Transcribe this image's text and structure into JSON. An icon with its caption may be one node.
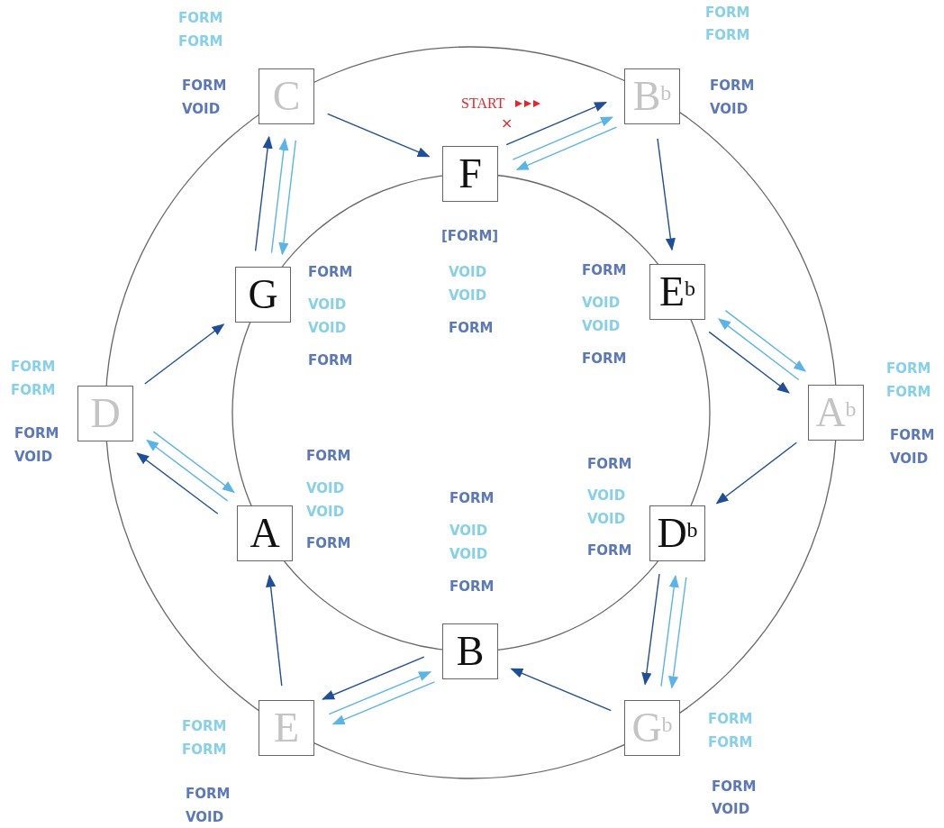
{
  "diagram": {
    "nodes": [
      {
        "text": [
          "C"
        ],
        "beside": [
          "FORM",
          "FORM",
          "FORM",
          "VOID"
        ]
      },
      {
        "text": [
          "B$^{b}$"
        ],
        "beside": [
          "FORM",
          "FORM",
          "FORM",
          "VOID"
        ]
      },
      {
        "text": [
          "F"
        ]
      },
      {
        "text": [
          "G"
        ]
      },
      {
        "text": [
          "E$^{b}$"
        ]
      },
      {
        "text": [
          "D"
        ],
        "beside": [
          "FORM",
          "FORM",
          "FORM",
          "VOID"
        ]
      },
      {
        "text": [
          "A$^{b}$"
        ],
        "beside": [
          "FORM",
          "FORM",
          "FORM",
          "VOID"
        ]
      },
      {
        "text": [
          "A"
        ]
      },
      {
        "text": [
          "D$^{b}$"
        ]
      },
      {
        "text": [
          "B"
        ]
      },
      {
        "text": [
          "E"
        ],
        "beside": [
          "FORM",
          "FORM",
          "FORM",
          "VOID"
        ]
      },
      {
        "text": [
          "G$^{b}$"
        ],
        "beside": [
          "FORM",
          "FORM",
          "FORM",
          "VOID"
        ]
      }
    ],
    "edges": [
      {
        "from": 0,
        "to": 2,
        "arrow": "to"
      },
      {
        "from": 2,
        "to": 1,
        "arrow": "to"
      },
      {
        "from": 2,
        "to": 1,
        "arrow": "to",
        "color": "#5ab4e8"
      },
      {
        "from": 1,
        "to": 2,
        "arrow": "to",
        "color": "#5ab4e8"
      },
      {
        "from": 1,
        "to": 4,
        "arrow": "to"
      },
      {
        "from": 4,
        "to": 6,
        "arrow": "to"
      },
      {
        "from": 6,
        "to": 4,
        "arrow": "to",
        "color": "#5ab4e8"
      },
      {
        "from": 4,
        "to": 6,
        "arrow": "to",
        "color": "#5ab4e8"
      },
      {
        "from": 6,
        "to": 8,
        "arrow": "to"
      },
      {
        "from": 8,
        "to": 11,
        "arrow": "to"
      },
      {
        "from": 11,
        "to": 8,
        "arrow": "to",
        "color": "#5ab4e8"
      },
      {
        "from": 8,
        "to": 11,
        "arrow": "to",
        "color": "#5ab4e8"
      },
      {
        "from": 11,
        "to": 9,
        "arrow": "to"
      },
      {
        "from": 9,
        "to": 10,
        "arrow": "to"
      },
      {
        "from": 10,
        "to": 9,
        "arrow": "to",
        "color": "#5ab4e8"
      },
      {
        "from": 9,
        "to": 10,
        "arrow": "to",
        "color": "#5ab4e8"
      },
      {
        "from": 10,
        "to": 7,
        "arrow": "to"
      },
      {
        "from": 7,
        "to": 5,
        "arrow": "to"
      },
      {
        "from": 7,
        "to": 5,
        "arrow": "to",
        "color": "#5ab4e8"
      },
      {
        "from": 5,
        "to": 7,
        "arrow": "to",
        "color": "#5ab4e8"
      },
      {
        "from": 5,
        "to": 3,
        "arrow": "to"
      },
      {
        "from": 3,
        "to": 0,
        "arrow": "to"
      },
      {
        "from": 3,
        "to": 0,
        "arrow": "to",
        "color": "#5ab4e8"
      },
      {
        "from": 0,
        "to": 3,
        "arrow": "to",
        "color": "#5ab4e8"
      }
    ],
    "labels": [
      "START",
      "×",
      "[FORM]",
      "FORM",
      "VOID",
      "VOID",
      "FORM",
      "VOID",
      "VOID",
      "FORM",
      "FORM",
      "VOID",
      "VOID",
      "FORM",
      "FORM",
      "VOID",
      "VOID",
      "FORM",
      "FORM",
      "VOID",
      "VOID",
      "FORM",
      "FORM",
      "VOID",
      "VOID",
      "FORM"
    ]
  }
}
